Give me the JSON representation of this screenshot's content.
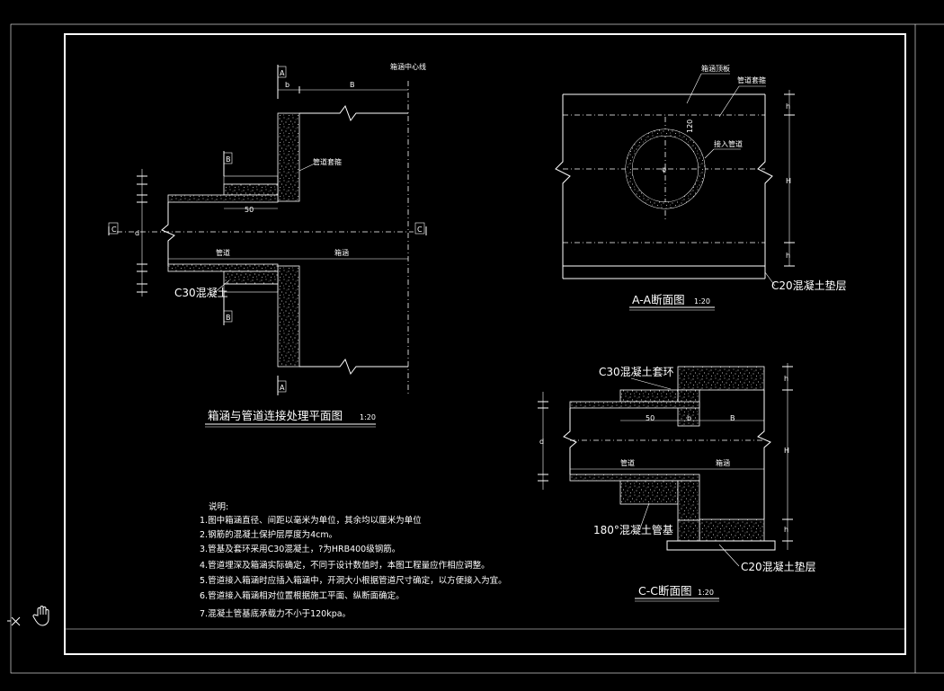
{
  "plan": {
    "title": "箱涵与管道连接处理平面图",
    "scale": "1:20",
    "label_a_top": "A",
    "label_a_bottom": "A",
    "label_b_top": "B",
    "label_b_bottom": "B",
    "label_c_left": "C",
    "label_c_right": "C",
    "dim_b": "b",
    "dim_B": "B",
    "dim_50": "50",
    "dim_d": "d",
    "culvert_centerline": "箱涵中心线",
    "pipe_collar": "管道套箍",
    "pipe_label": "管道",
    "culvert_label": "箱涵",
    "concrete_c30": "C30混凝土"
  },
  "section_aa": {
    "title": "A-A断面图",
    "scale": "1:20",
    "culvert_top": "箱涵顶板",
    "pipe_collar": "管道套箍",
    "dim_120": "120",
    "inlet_pipe": "接入管道",
    "dim_H": "H",
    "dim_h": "h",
    "dim_d": "d",
    "c20_cushion": "C20混凝土垫层"
  },
  "section_cc": {
    "title": "C-C断面图",
    "scale": "1:20",
    "c30_ring": "C30混凝土套环",
    "dim_50": "50",
    "dim_b": "b",
    "dim_B": "B",
    "dim_H": "H",
    "dim_d": "d",
    "dim_h": "h",
    "pipe_label": "管道",
    "culvert_label": "箱涵",
    "pipe_base": "180°混凝土管基",
    "c20_cushion": "C20混凝土垫层"
  },
  "notes": {
    "heading": "说明:",
    "items": [
      "1.图中箱涵直径、间距以毫米为单位，其余均以厘米为单位",
      "2.钢筋的混凝土保护层厚度为4cm。",
      "3.管基及套环采用C30混凝土，?为HRB400级钢筋。",
      "4.管道埋深及箱涵实际确定，不同于设计数值时，本图工程量应作相应调整。",
      "5.管道接入箱涵时应插入箱涵中，开洞大小根据管道尺寸确定，以方便接入为宜。",
      "6.管道接入箱涵相对位置根据施工平面、纵断面确定。",
      "7.混凝土管基底承载力不小于120kpa。"
    ]
  },
  "toolbar": {
    "close_icon": "close-icon",
    "pan_icon": "hand-pan-icon"
  }
}
